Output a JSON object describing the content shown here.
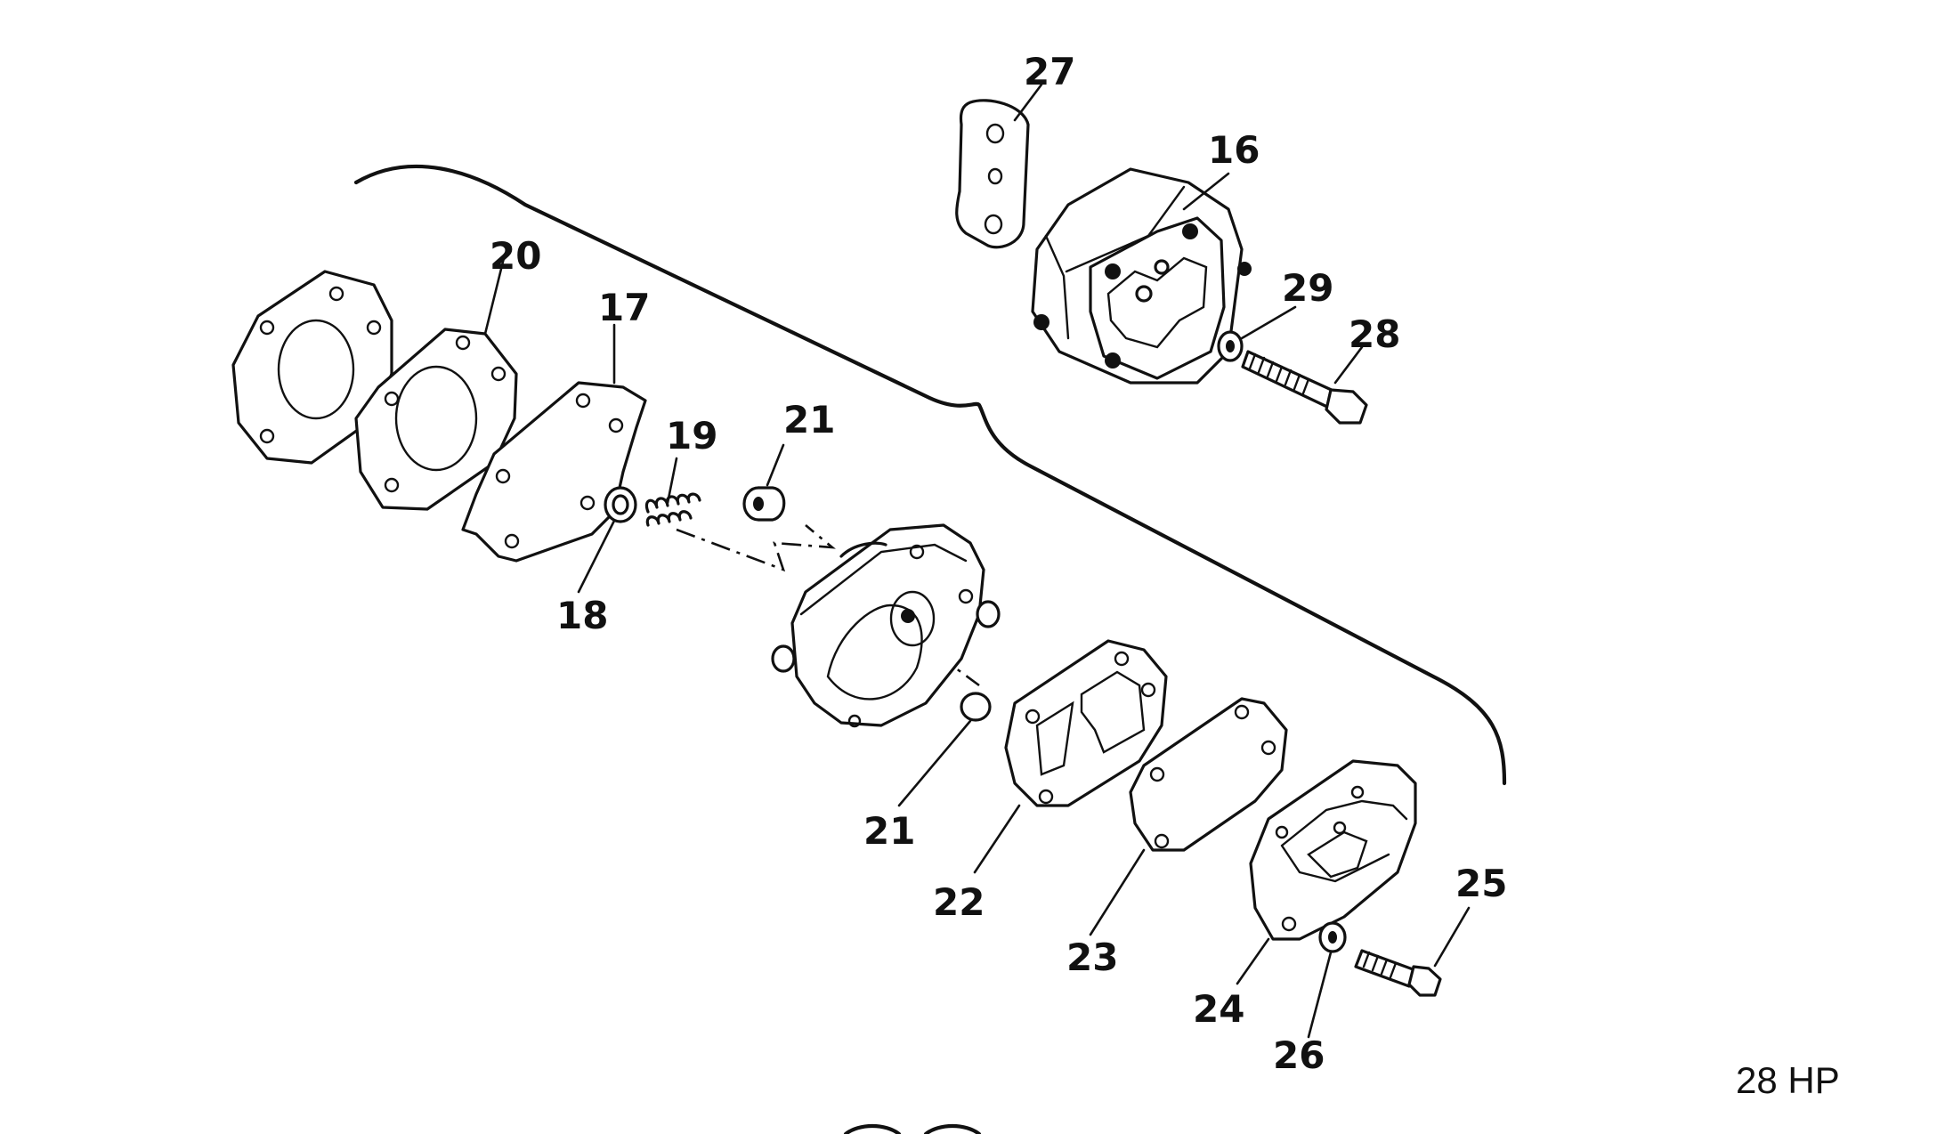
{
  "diagram": {
    "caption": "28 HP",
    "callouts": {
      "c16": "16",
      "c17": "17",
      "c18": "18",
      "c19": "19",
      "c20": "20",
      "c21a": "21",
      "c21b": "21",
      "c22": "22",
      "c23": "23",
      "c24": "24",
      "c25": "25",
      "c26": "26",
      "c27": "27",
      "c28": "28",
      "c29": "29"
    }
  }
}
